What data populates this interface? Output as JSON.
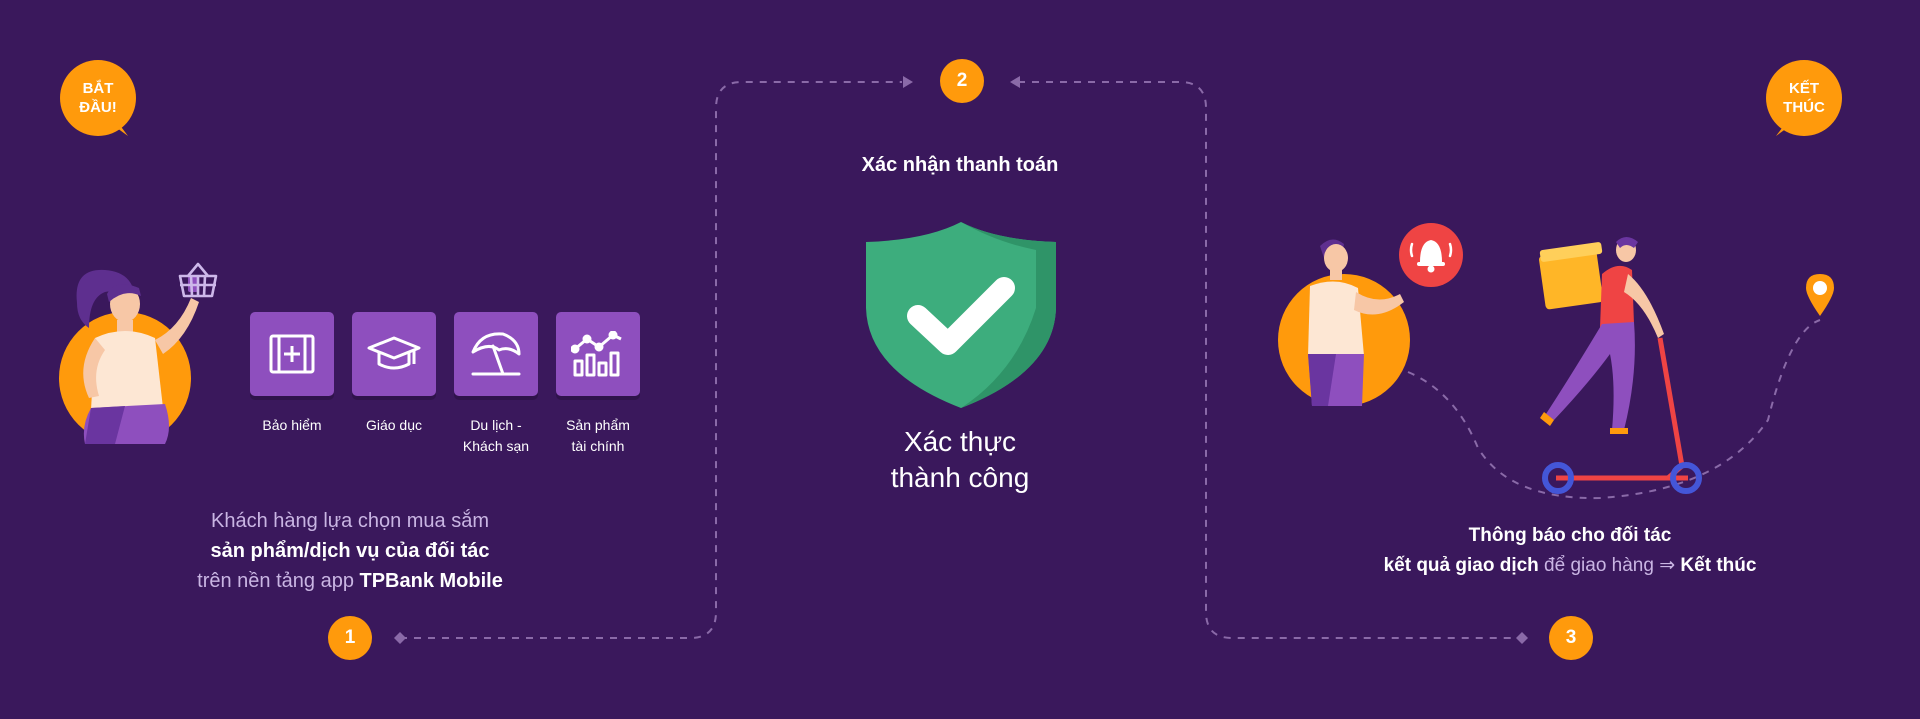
{
  "badges": {
    "start_line1": "BẮT",
    "start_line2": "ĐẦU!",
    "end_line1": "KẾT",
    "end_line2": "THÚC"
  },
  "steps": {
    "one": "1",
    "two": "2",
    "three": "3"
  },
  "products": [
    {
      "label_line1": "Bảo hiểm",
      "label_line2": "",
      "icon": "insurance-icon"
    },
    {
      "label_line1": "Giáo dục",
      "label_line2": "",
      "icon": "graduation-cap-icon"
    },
    {
      "label_line1": "Du lịch -",
      "label_line2": "Khách sạn",
      "icon": "beach-umbrella-icon"
    },
    {
      "label_line1": "Sản phẩm",
      "label_line2": "tài chính",
      "icon": "finance-chart-icon"
    }
  ],
  "step1": {
    "line1": "Khách hàng lựa chọn mua sắm",
    "line2": "sản phẩm/dịch vụ của đối tác",
    "line3_prefix": "trên nền tảng app ",
    "line3_bold": "TPBank Mobile"
  },
  "step2": {
    "title": "Xác nhận thanh toán",
    "result_line1": "Xác thực",
    "result_line2": "thành công"
  },
  "step3": {
    "line1": "Thông báo cho đối tác",
    "line2_bold": "kết quả giao dịch",
    "line2_mid": " để giao hàng ⇒ ",
    "line2_end": "Kết thúc"
  },
  "colors": {
    "background": "#3a185c",
    "accent_orange": "#ff9a0c",
    "tile_purple": "#8e4fbe",
    "shield_green": "#3dad7d",
    "bell_red": "#ef4444"
  }
}
